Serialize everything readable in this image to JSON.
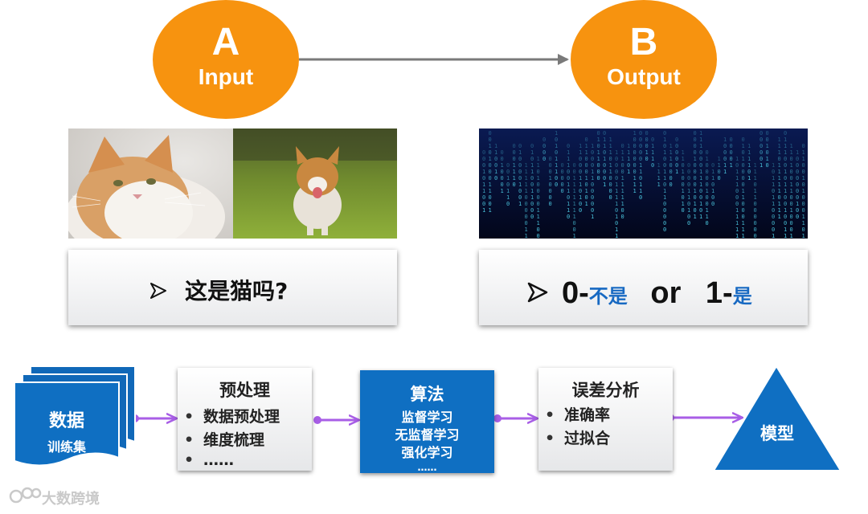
{
  "top": {
    "a_letter": "A",
    "a_word": "Input",
    "b_letter": "B",
    "b_word": "Output"
  },
  "images": {
    "cat": "cat-photo",
    "dog": "dog-photo",
    "matrix": "binary-rain-image"
  },
  "panels": {
    "question": "这是猫吗?",
    "zero": "0-",
    "not_is": "不是",
    "or": "or",
    "one": "1-",
    "is": "是"
  },
  "flow": {
    "data_title": "数据",
    "data_sub": "训练集",
    "pre_title": "预处理",
    "pre_items": [
      "数据预处理",
      "维度梳理",
      "……"
    ],
    "algo_title": "算法",
    "algo_items": [
      "监督学习",
      "无监督学习",
      "强化学习",
      "……"
    ],
    "err_title": "误差分析",
    "err_items": [
      "准确率",
      "过拟合"
    ],
    "model": "模型"
  },
  "watermark": "大数跨境",
  "colors": {
    "orange": "#f7930f",
    "blue": "#0f6fc2",
    "arrow_purple": "#a85ee6",
    "connector_gray": "#7a7a7a"
  }
}
